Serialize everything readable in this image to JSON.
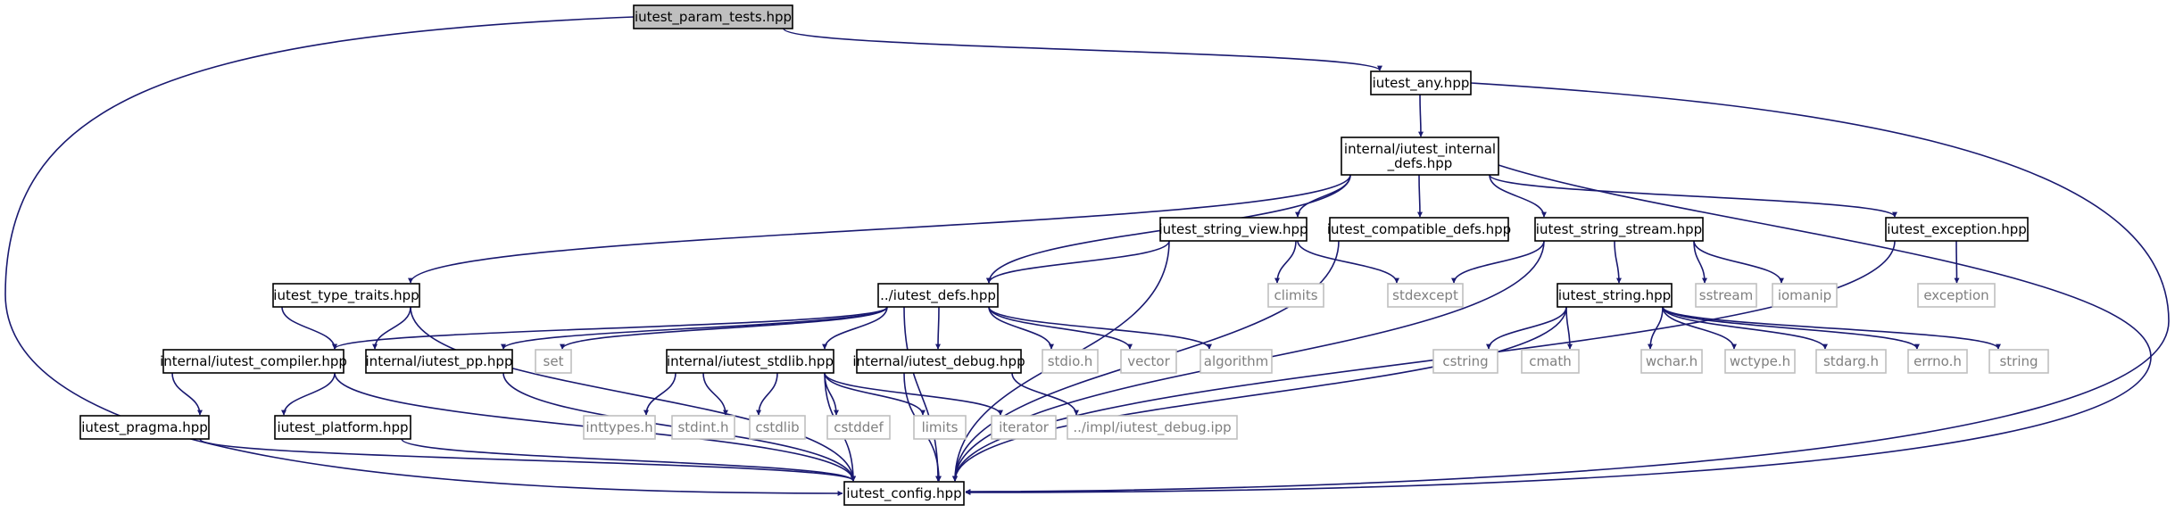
{
  "colors": {
    "edge": "#191970",
    "root_fill": "#bfbfbf",
    "header_border": "#000000",
    "system_border": "#bfbfbf",
    "node_fill": "#ffffff"
  },
  "nodes": [
    {
      "id": "param_tests",
      "kind": "root",
      "lines": [
        "iutest_param_tests.hpp"
      ]
    },
    {
      "id": "any",
      "kind": "header",
      "lines": [
        "iutest_any.hpp"
      ]
    },
    {
      "id": "internal_defs",
      "kind": "header",
      "lines": [
        "internal/iutest_internal",
        "_defs.hpp"
      ]
    },
    {
      "id": "type_traits",
      "kind": "header",
      "lines": [
        "iutest_type_traits.hpp"
      ]
    },
    {
      "id": "string_view",
      "kind": "header",
      "lines": [
        "iutest_string_view.hpp"
      ]
    },
    {
      "id": "compatible_defs",
      "kind": "header",
      "lines": [
        "iutest_compatible_defs.hpp"
      ]
    },
    {
      "id": "string_stream",
      "kind": "header",
      "lines": [
        "iutest_string_stream.hpp"
      ]
    },
    {
      "id": "exception_hpp",
      "kind": "header",
      "lines": [
        "iutest_exception.hpp"
      ]
    },
    {
      "id": "defs",
      "kind": "header",
      "lines": [
        "../iutest_defs.hpp"
      ]
    },
    {
      "id": "climits",
      "kind": "system",
      "lines": [
        "climits"
      ]
    },
    {
      "id": "stdexcept",
      "kind": "system",
      "lines": [
        "stdexcept"
      ]
    },
    {
      "id": "string_hpp",
      "kind": "header",
      "lines": [
        "iutest_string.hpp"
      ]
    },
    {
      "id": "sstream",
      "kind": "system",
      "lines": [
        "sstream"
      ]
    },
    {
      "id": "iomanip",
      "kind": "system",
      "lines": [
        "iomanip"
      ]
    },
    {
      "id": "exception",
      "kind": "system",
      "lines": [
        "exception"
      ]
    },
    {
      "id": "compiler",
      "kind": "header",
      "lines": [
        "internal/iutest_compiler.hpp"
      ]
    },
    {
      "id": "pp",
      "kind": "header",
      "lines": [
        "internal/iutest_pp.hpp"
      ]
    },
    {
      "id": "set",
      "kind": "system",
      "lines": [
        "set"
      ]
    },
    {
      "id": "stdlib_hpp",
      "kind": "header",
      "lines": [
        "internal/iutest_stdlib.hpp"
      ]
    },
    {
      "id": "debug",
      "kind": "header",
      "lines": [
        "internal/iutest_debug.hpp"
      ]
    },
    {
      "id": "stdio",
      "kind": "system",
      "lines": [
        "stdio.h"
      ]
    },
    {
      "id": "vector",
      "kind": "system",
      "lines": [
        "vector"
      ]
    },
    {
      "id": "algorithm",
      "kind": "system",
      "lines": [
        "algorithm"
      ]
    },
    {
      "id": "cstring",
      "kind": "system",
      "lines": [
        "cstring"
      ]
    },
    {
      "id": "cmath",
      "kind": "system",
      "lines": [
        "cmath"
      ]
    },
    {
      "id": "wchar",
      "kind": "system",
      "lines": [
        "wchar.h"
      ]
    },
    {
      "id": "wctype",
      "kind": "system",
      "lines": [
        "wctype.h"
      ]
    },
    {
      "id": "stdarg",
      "kind": "system",
      "lines": [
        "stdarg.h"
      ]
    },
    {
      "id": "errno",
      "kind": "system",
      "lines": [
        "errno.h"
      ]
    },
    {
      "id": "string",
      "kind": "system",
      "lines": [
        "string"
      ]
    },
    {
      "id": "pragma",
      "kind": "header",
      "lines": [
        "iutest_pragma.hpp"
      ]
    },
    {
      "id": "platform",
      "kind": "header",
      "lines": [
        "iutest_platform.hpp"
      ]
    },
    {
      "id": "inttypes",
      "kind": "system",
      "lines": [
        "inttypes.h"
      ]
    },
    {
      "id": "stdint",
      "kind": "system",
      "lines": [
        "stdint.h"
      ]
    },
    {
      "id": "cstdlib",
      "kind": "system",
      "lines": [
        "cstdlib"
      ]
    },
    {
      "id": "cstddef",
      "kind": "system",
      "lines": [
        "cstddef"
      ]
    },
    {
      "id": "limits",
      "kind": "system",
      "lines": [
        "limits"
      ]
    },
    {
      "id": "iterator",
      "kind": "system",
      "lines": [
        "iterator"
      ]
    },
    {
      "id": "impl_debug",
      "kind": "system",
      "lines": [
        "../impl/iutest_debug.ipp"
      ]
    },
    {
      "id": "config",
      "kind": "header",
      "lines": [
        "iutest_config.hpp"
      ]
    }
  ],
  "edges": [
    [
      "param_tests",
      "any"
    ],
    [
      "param_tests",
      "config"
    ],
    [
      "any",
      "internal_defs"
    ],
    [
      "any",
      "config"
    ],
    [
      "internal_defs",
      "type_traits"
    ],
    [
      "internal_defs",
      "defs"
    ],
    [
      "internal_defs",
      "string_view"
    ],
    [
      "internal_defs",
      "compatible_defs"
    ],
    [
      "internal_defs",
      "string_stream"
    ],
    [
      "internal_defs",
      "exception_hpp"
    ],
    [
      "internal_defs",
      "config"
    ],
    [
      "type_traits",
      "compiler"
    ],
    [
      "type_traits",
      "pp"
    ],
    [
      "type_traits",
      "config"
    ],
    [
      "string_view",
      "defs"
    ],
    [
      "string_view",
      "climits"
    ],
    [
      "string_view",
      "stdexcept"
    ],
    [
      "string_view",
      "config"
    ],
    [
      "compatible_defs",
      "config"
    ],
    [
      "string_stream",
      "stdexcept"
    ],
    [
      "string_stream",
      "string_hpp"
    ],
    [
      "string_stream",
      "sstream"
    ],
    [
      "string_stream",
      "iomanip"
    ],
    [
      "string_stream",
      "config"
    ],
    [
      "exception_hpp",
      "exception"
    ],
    [
      "exception_hpp",
      "config"
    ],
    [
      "defs",
      "compiler"
    ],
    [
      "defs",
      "pp"
    ],
    [
      "defs",
      "set"
    ],
    [
      "defs",
      "stdlib_hpp"
    ],
    [
      "defs",
      "debug"
    ],
    [
      "defs",
      "stdio"
    ],
    [
      "defs",
      "vector"
    ],
    [
      "defs",
      "algorithm"
    ],
    [
      "defs",
      "config"
    ],
    [
      "string_hpp",
      "cstring"
    ],
    [
      "string_hpp",
      "cmath"
    ],
    [
      "string_hpp",
      "wchar"
    ],
    [
      "string_hpp",
      "wctype"
    ],
    [
      "string_hpp",
      "stdarg"
    ],
    [
      "string_hpp",
      "errno"
    ],
    [
      "string_hpp",
      "string"
    ],
    [
      "string_hpp",
      "config"
    ],
    [
      "compiler",
      "pragma"
    ],
    [
      "compiler",
      "platform"
    ],
    [
      "compiler",
      "config"
    ],
    [
      "pp",
      "config"
    ],
    [
      "stdlib_hpp",
      "inttypes"
    ],
    [
      "stdlib_hpp",
      "stdint"
    ],
    [
      "stdlib_hpp",
      "cstdlib"
    ],
    [
      "stdlib_hpp",
      "cstddef"
    ],
    [
      "stdlib_hpp",
      "limits"
    ],
    [
      "stdlib_hpp",
      "iterator"
    ],
    [
      "stdlib_hpp",
      "config"
    ],
    [
      "debug",
      "impl_debug"
    ],
    [
      "debug",
      "config"
    ],
    [
      "pragma",
      "config"
    ],
    [
      "platform",
      "config"
    ]
  ]
}
